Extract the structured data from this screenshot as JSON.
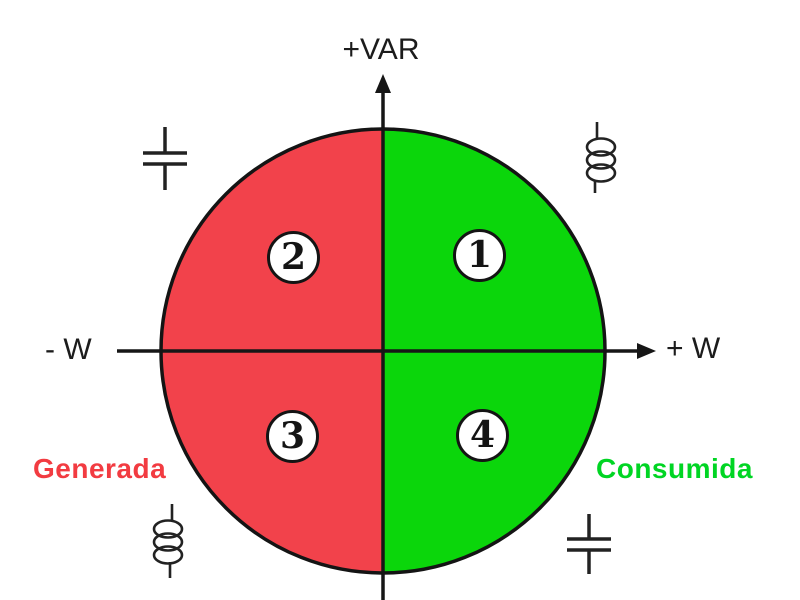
{
  "diagram": {
    "type": "four-quadrant-power-diagram",
    "axes": {
      "vertical_positive_label": "+VAR",
      "horizontal_negative_label": "- W",
      "horizontal_positive_label": "+ W"
    },
    "quadrants": [
      {
        "number": "1",
        "half": "right",
        "position": "top-right"
      },
      {
        "number": "2",
        "half": "left",
        "position": "top-left"
      },
      {
        "number": "3",
        "half": "left",
        "position": "bottom-left"
      },
      {
        "number": "4",
        "half": "right",
        "position": "bottom-right"
      }
    ],
    "halves": {
      "left": {
        "label": "Generada",
        "fill": "#F2424B",
        "label_color": "#F23B41"
      },
      "right": {
        "label": "Consumida",
        "fill": "#0BD60B",
        "label_color": "#00D523"
      }
    },
    "icons": [
      {
        "name": "capacitor-icon",
        "corner": "top-left"
      },
      {
        "name": "inductor-icon",
        "corner": "top-right"
      },
      {
        "name": "inductor-icon",
        "corner": "bottom-left"
      },
      {
        "name": "capacitor-icon",
        "corner": "bottom-right"
      }
    ],
    "line_color": "#161616",
    "background_color": "#FFFFFF"
  }
}
